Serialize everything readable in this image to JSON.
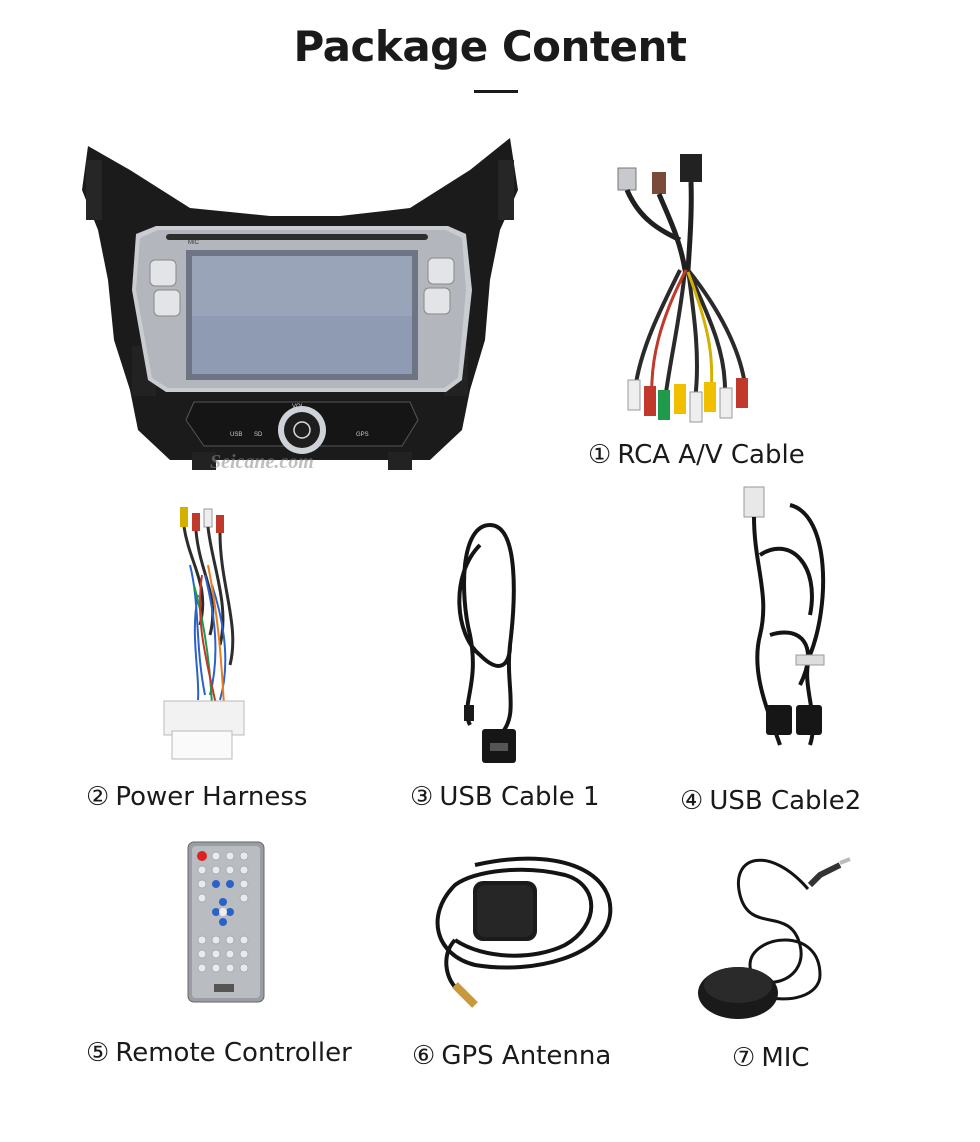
{
  "title": "Package Content",
  "watermark": "Seicane.com",
  "head_unit": {
    "mic_label": "MIC",
    "vol_label": "VOL",
    "usb_label": "USB",
    "sd_label": "SD",
    "gps_label": "GPS"
  },
  "items": [
    {
      "num": "①",
      "label": "RCA A/V Cable"
    },
    {
      "num": "②",
      "label": "Power Harness"
    },
    {
      "num": "③",
      "label": "USB Cable 1"
    },
    {
      "num": "④",
      "label": "USB Cable2"
    },
    {
      "num": "⑤",
      "label": "Remote  Controller"
    },
    {
      "num": "⑥",
      "label": "GPS Antenna"
    },
    {
      "num": "⑦",
      "label": "MIC"
    }
  ],
  "colors": {
    "text": "#1a1a1a",
    "background": "#ffffff",
    "cable": "#141414"
  }
}
